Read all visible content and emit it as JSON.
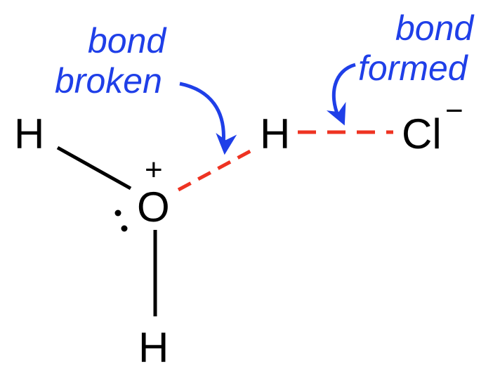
{
  "colors": {
    "bond": "#000000",
    "dashed_bond": "#ee3322",
    "annotation": "#1f3fe8"
  },
  "atoms": {
    "h_left": "H",
    "oxygen": "O",
    "h_bottom": "H",
    "h_middle": "H",
    "chlorine": "Cl"
  },
  "charges": {
    "oxygen": "+",
    "chlorine": "−"
  },
  "annotations": {
    "broken": {
      "line1": "bond",
      "line2": "broken"
    },
    "formed": {
      "line1": "bond",
      "line2": "formed"
    }
  }
}
